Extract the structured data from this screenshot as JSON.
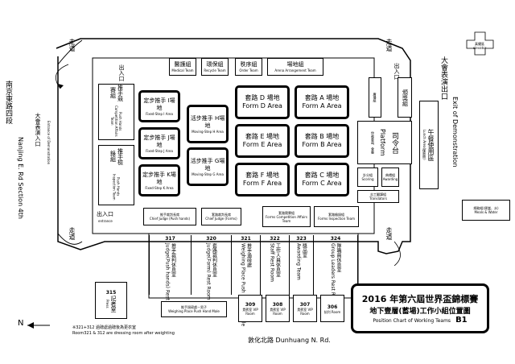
{
  "title": {
    "line1": "2016 年第六屆世界盃錦標賽",
    "line2": "地下壹層(蓄場)工作小組位置圖",
    "english": "Position Chart of Working Teams",
    "code": "B1"
  },
  "streets": {
    "left_cn": "南京東路四段",
    "left_en": "Nanjing E. Rd Section 4th",
    "bottom": "敦化北路 Dunhuang N. Rd."
  },
  "north": "N",
  "footnote": {
    "cn": "※321+312 過磅處過磅後為更衣室",
    "en": "Room321 & 312 are dressing room after weighting"
  },
  "labels": {
    "walkway": "走道",
    "entrance_cn": "出入口",
    "entrance_en": "entrance",
    "entrance_demo": "大會表演入口",
    "entrance_demo_en": "Entrance of Demonstration",
    "exit_demo": "大會表演出口",
    "exit_demo_en": "Exit of Demonstration",
    "elevator_cn": "真擺區",
    "elevator_en": "elevator",
    "lunch_cn": "午餐使用區",
    "lunch_en": "Lunch Area(僅限帶)"
  },
  "top_boxes": [
    {
      "cn": "醫護組",
      "en": "Medical Team"
    },
    {
      "cn": "環保組",
      "en": "Recycle Team"
    },
    {
      "cn": "秩序組",
      "en": "Order Team"
    },
    {
      "cn": "場地組",
      "en": "Arena Arrangement Team"
    }
  ],
  "push_hands": {
    "affairs": {
      "cn": "推手競賽組",
      "en": "Push Hands Competition Affairs Team"
    },
    "inspection": {
      "cn": "推手檢錄組",
      "en": "Push Hands Inspection Team"
    }
  },
  "fixed_step": [
    {
      "cn": "定步推手 I場地",
      "en": "Fixed-Step I Area"
    },
    {
      "cn": "定步推手 J場地",
      "en": "Fixed-Step J Area"
    },
    {
      "cn": "定步推手 K場地",
      "en": "Fixed-Step K Area"
    }
  ],
  "moving_step": [
    {
      "cn": "活步推手 H場地",
      "en": "Moving-Step H Area"
    },
    {
      "cn": "活步推手 G場地",
      "en": "Moving-Step G Area"
    }
  ],
  "forms": [
    {
      "cn": "套路 D 場地",
      "en": "Form D Area"
    },
    {
      "cn": "套路 A 場地",
      "en": "Form A Area"
    },
    {
      "cn": "套路 E 場地",
      "en": "Form E Area"
    },
    {
      "cn": "套路 B 場地",
      "en": "Form B Area"
    },
    {
      "cn": "套路 F 場地",
      "en": "Form F Area"
    },
    {
      "cn": "套路 C 場地",
      "en": "Form C Area"
    }
  ],
  "right_side": {
    "broadcast": {
      "cn": "廣播組",
      "en": "Broadcast Team"
    },
    "award": {
      "cn": "頒獎組",
      "en": "Award Team"
    },
    "platform": {
      "cn": "司令台",
      "en": "Platform"
    },
    "judge": "仲裁委員、會審",
    "scoring": {
      "cn": "計分組",
      "en": "Scoring"
    },
    "awarding": {
      "cn": "典禮組",
      "en": "Awarding"
    },
    "translators": {
      "cn": "志工翻譯組",
      "en": "Translators"
    },
    "meals": {
      "cn": "總務組(便當、水)",
      "en": "Meals & Water"
    }
  },
  "chiefs": [
    {
      "cn": "推手裁判長席",
      "en": "Chief Judge (Push hands)"
    },
    {
      "cn": "套路裁判長席",
      "en": "Chief Judge (Forms)"
    },
    {
      "cn": "套路競賽組",
      "en": "Forms Competition Affairs Team"
    },
    {
      "cn": "套路檢錄組",
      "en": "Forms Inspection Team"
    }
  ],
  "rooms": [
    {
      "num": "317",
      "cn": "推手裁判休息室",
      "en": "Judge(Push hands) Rest Room"
    },
    {
      "num": "320",
      "cn": "套路裁判休息室",
      "en": "Judge(Form) Rest Room"
    },
    {
      "num": "321",
      "cn": "推手過磅處",
      "en": "Weighing Place Push Hand Female"
    },
    {
      "num": "322",
      "cn": "工作人員休息室",
      "en": "Staff Rest Room"
    },
    {
      "num": "323",
      "cn": "獎品室",
      "en": "Awarding Team"
    },
    {
      "num": "324",
      "cn": "隊職員休息室",
      "en": "Group Leaders Rest Room"
    }
  ],
  "bottom_rooms": [
    {
      "num": "315",
      "cn": "記者室",
      "en": "Press"
    },
    {
      "num": "",
      "cn": "推手過磅處－男子",
      "en": "Weighing Place Push Hand Male"
    },
    {
      "num": "309",
      "cn": "貴賓室 VIP Room"
    },
    {
      "num": "308",
      "cn": "貴賓室 VIP Room"
    },
    {
      "num": "307",
      "cn": "貴賓室 VIP Room"
    },
    {
      "num": "306",
      "cn": "抗利 Room"
    }
  ]
}
